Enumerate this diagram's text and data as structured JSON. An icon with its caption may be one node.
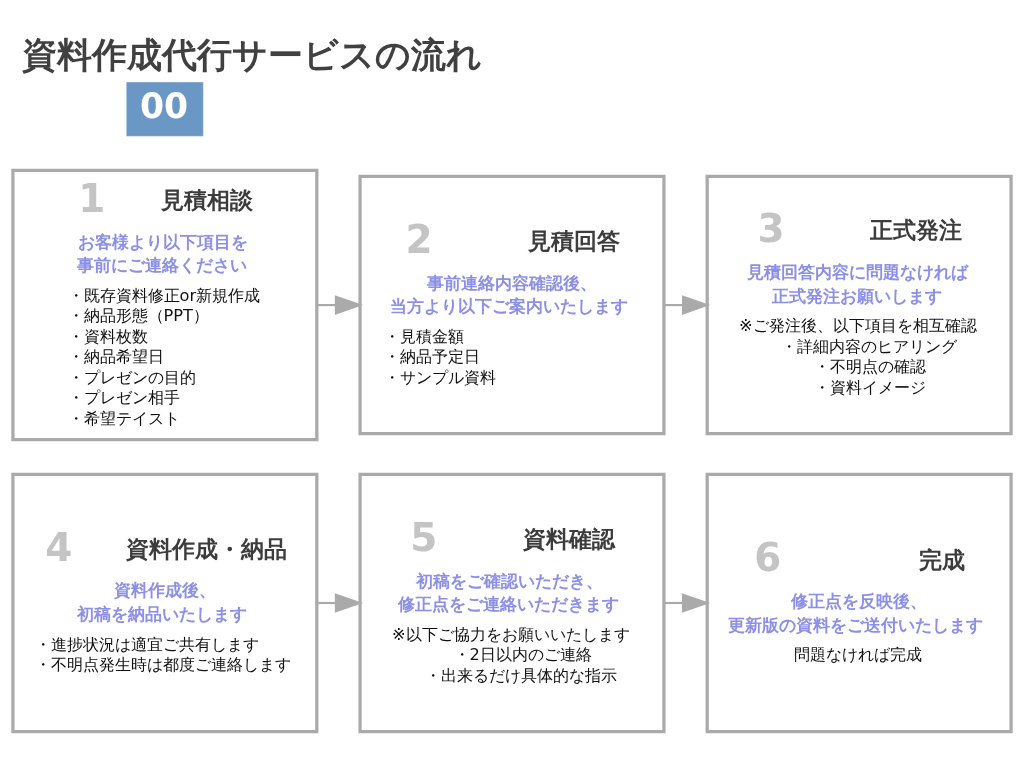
{
  "diagram": {
    "title": "資料作成代行サービスの流れ",
    "nodes": [
      {
        "text": [
          "00"
        ]
      },
      {
        "text": [
          "1",
          "見積相談",
          "お客様より以下項目を事前にご連絡ください",
          "・既存資料修正or新規作成",
          "・納品形態（PPT）",
          "・資料枚数",
          "・納品希望日",
          "・プレゼンの目的",
          "・プレゼン相手",
          "・希望テイスト"
        ]
      },
      {
        "text": [
          "2",
          "見積回答",
          "事前連絡内容確認後、当方より以下ご案内いたします",
          "・見積金額",
          "・納品予定日",
          "・サンプル資料"
        ]
      },
      {
        "text": [
          "3",
          "正式発注",
          "見積回答内容に問題なければ正式発注お願いします",
          "※ご発注後、以下項目を相互確認",
          "・詳細内容のヒアリング",
          "・不明点の確認",
          "・資料イメージ"
        ]
      },
      {
        "text": [
          "4",
          "資料作成・納品",
          "資料作成後、初稿を納品いたします",
          "・進捗状況は適宜ご共有します",
          "・不明点発生時は都度ご連絡します"
        ]
      },
      {
        "text": [
          "5",
          "資料確認",
          "初稿をご確認いただき、修正点をご連絡いただきます",
          "※以下ご協力をお願いいたします",
          "・2日以内のご連絡",
          "・出来るだけ具体的な指示"
        ]
      },
      {
        "text": [
          "6",
          "完成",
          "修正点を反映後、更新版の資料をご送付いたします",
          "問題なければ完成"
        ]
      }
    ],
    "edges": [
      {
        "from": 1,
        "to": 2,
        "arrow": "to"
      },
      {
        "from": 2,
        "to": 3,
        "arrow": "to"
      },
      {
        "from": 4,
        "to": 5,
        "arrow": "to"
      },
      {
        "from": 5,
        "to": 6,
        "arrow": "to"
      }
    ]
  }
}
